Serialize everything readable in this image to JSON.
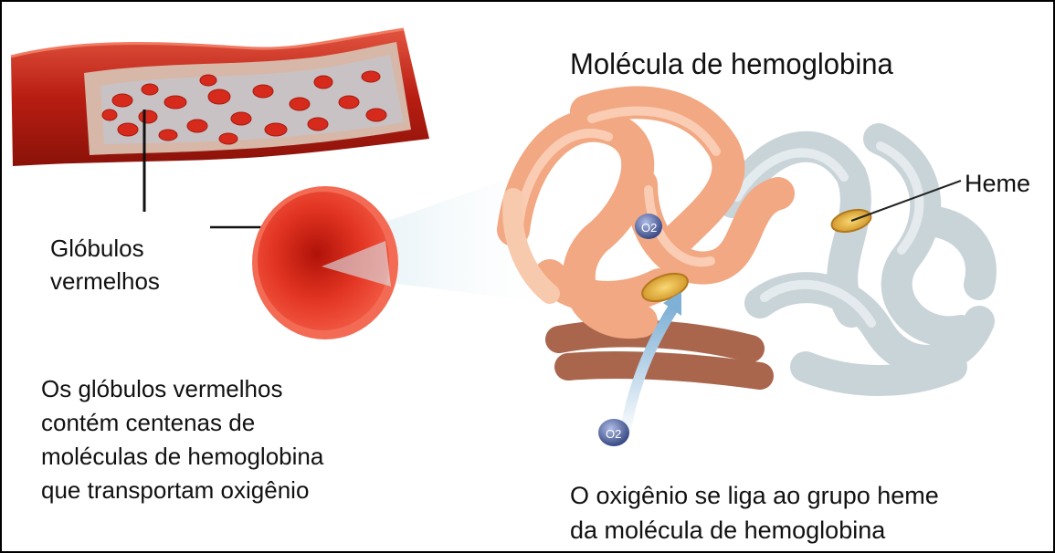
{
  "title": "Molécula de hemoglobina",
  "labels": {
    "red_blood_cells": "Glóbulos\nvermelhos",
    "heme": "Heme",
    "o2_marker": "O2"
  },
  "descriptions": {
    "red_cells": "Os glóbulos vermelhos\ncontém centenas de\nmoléculas de hemoglobina\nque transportam oxigênio",
    "oxygen_binding": "O oxigênio se liga ao grupo heme\nda molécula de hemoglobina"
  },
  "colors": {
    "vessel": "#c9261a",
    "blood_cell": "#e0261a",
    "alpha_chains": "#f0a07c",
    "beta_chains": "#c9d3d8",
    "heme_group": "#f2c24a",
    "o2_molecule": "#5a6ea8",
    "border": "#000000"
  },
  "icons": [
    "blood-vessel-icon",
    "red-blood-cell-icon",
    "hemoglobin-molecule-icon",
    "heme-group-icon",
    "o2-molecule-icon"
  ]
}
